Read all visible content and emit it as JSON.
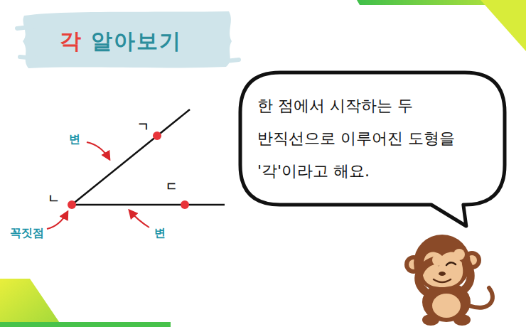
{
  "diagram": {
    "title": "각 알아보기",
    "nodes": [
      {
        "text": [
          "한 점에서 시작하는 두 반직선으로 이루어진 도형을 '각'이라고 해요."
        ]
      }
    ],
    "labels": [
      "ㄱ",
      "ㄴ",
      "ㄷ",
      "변",
      "변",
      "꼭짓점"
    ]
  }
}
